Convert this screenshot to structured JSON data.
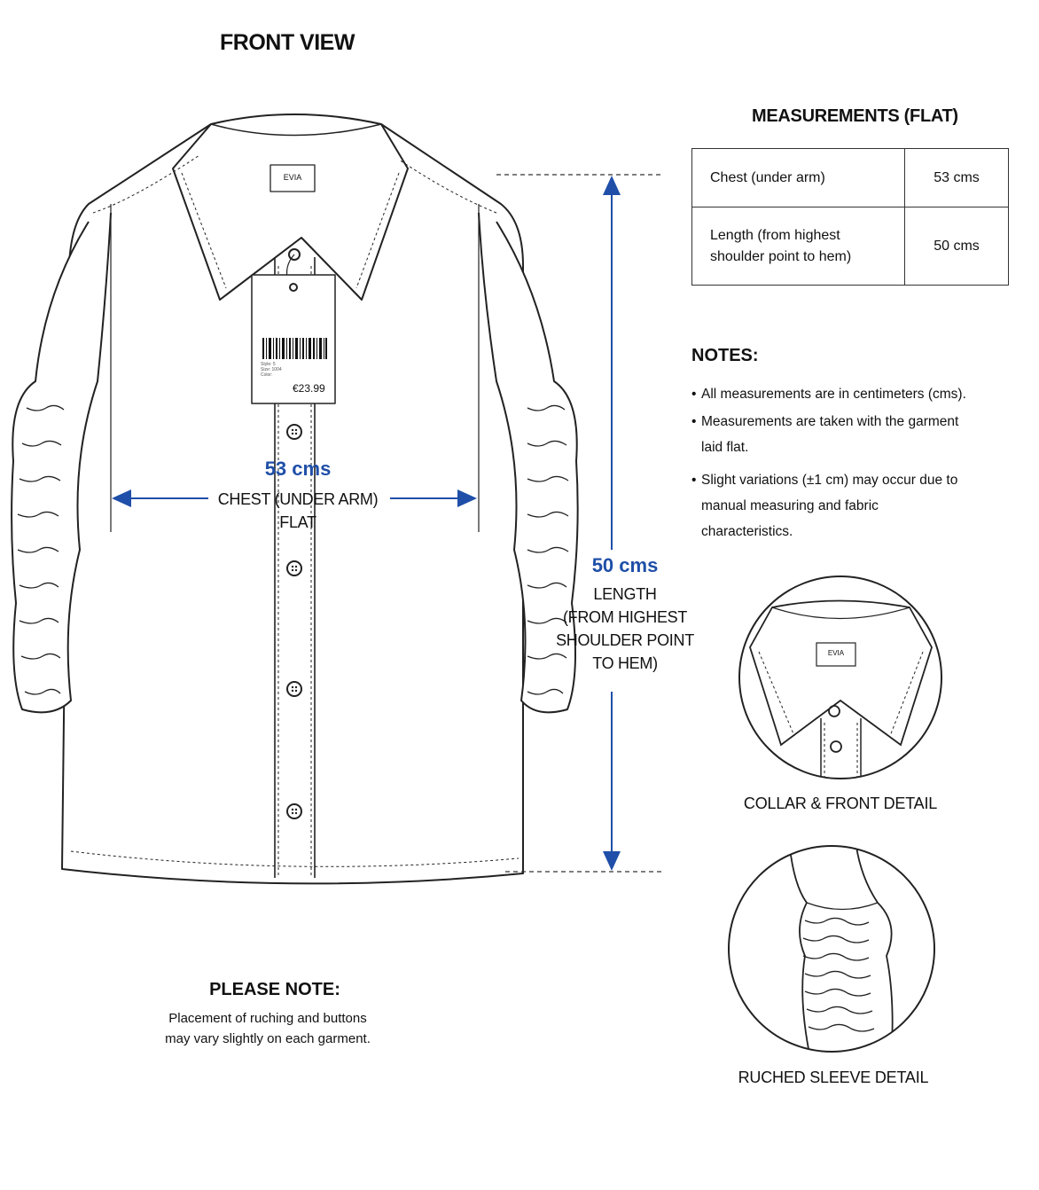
{
  "front_view_title": "FRONT VIEW",
  "measurements": {
    "title": "MEASUREMENTS (FLAT)",
    "rows": [
      {
        "label": "Chest (under arm)",
        "value": "53 cms"
      },
      {
        "label_line1": "Length (from highest",
        "label_line2": "shoulder point to hem)",
        "value": "50 cms"
      }
    ]
  },
  "notes": {
    "heading": "NOTES:",
    "items": [
      {
        "lines": [
          "All measurements are in centimeters (cms)."
        ]
      },
      {
        "lines": [
          "Measurements are taken with the garment",
          "laid flat."
        ]
      },
      {
        "lines": [
          "Slight variations (±1 cm) may occur due to",
          "manual measuring and fabric",
          "characteristics."
        ]
      }
    ]
  },
  "chest_callout": {
    "value": "53 cms",
    "line1": "CHEST (UNDER ARM)",
    "line2": "FLAT"
  },
  "length_callout": {
    "value": "50 cms",
    "line1": "LENGTH",
    "line2": "(FROM HIGHEST",
    "line3": "SHOULDER POINT",
    "line4": "TO HEM)"
  },
  "tag": {
    "brand": "EVIA",
    "price": "€23.99",
    "small_lines": [
      "Style: 5",
      "Size: 1004",
      "Color:"
    ]
  },
  "details": {
    "collar_label": "COLLAR & FRONT DETAIL",
    "sleeve_label": "RUCHED SLEEVE DETAIL",
    "collar_brand": "EVIA"
  },
  "please_note": {
    "heading": "PLEASE NOTE:",
    "line1": "Placement of ruching and buttons",
    "line2": "may vary slightly on each garment."
  },
  "colors": {
    "accent_blue": "#1f4fa8",
    "line": "#222222"
  }
}
